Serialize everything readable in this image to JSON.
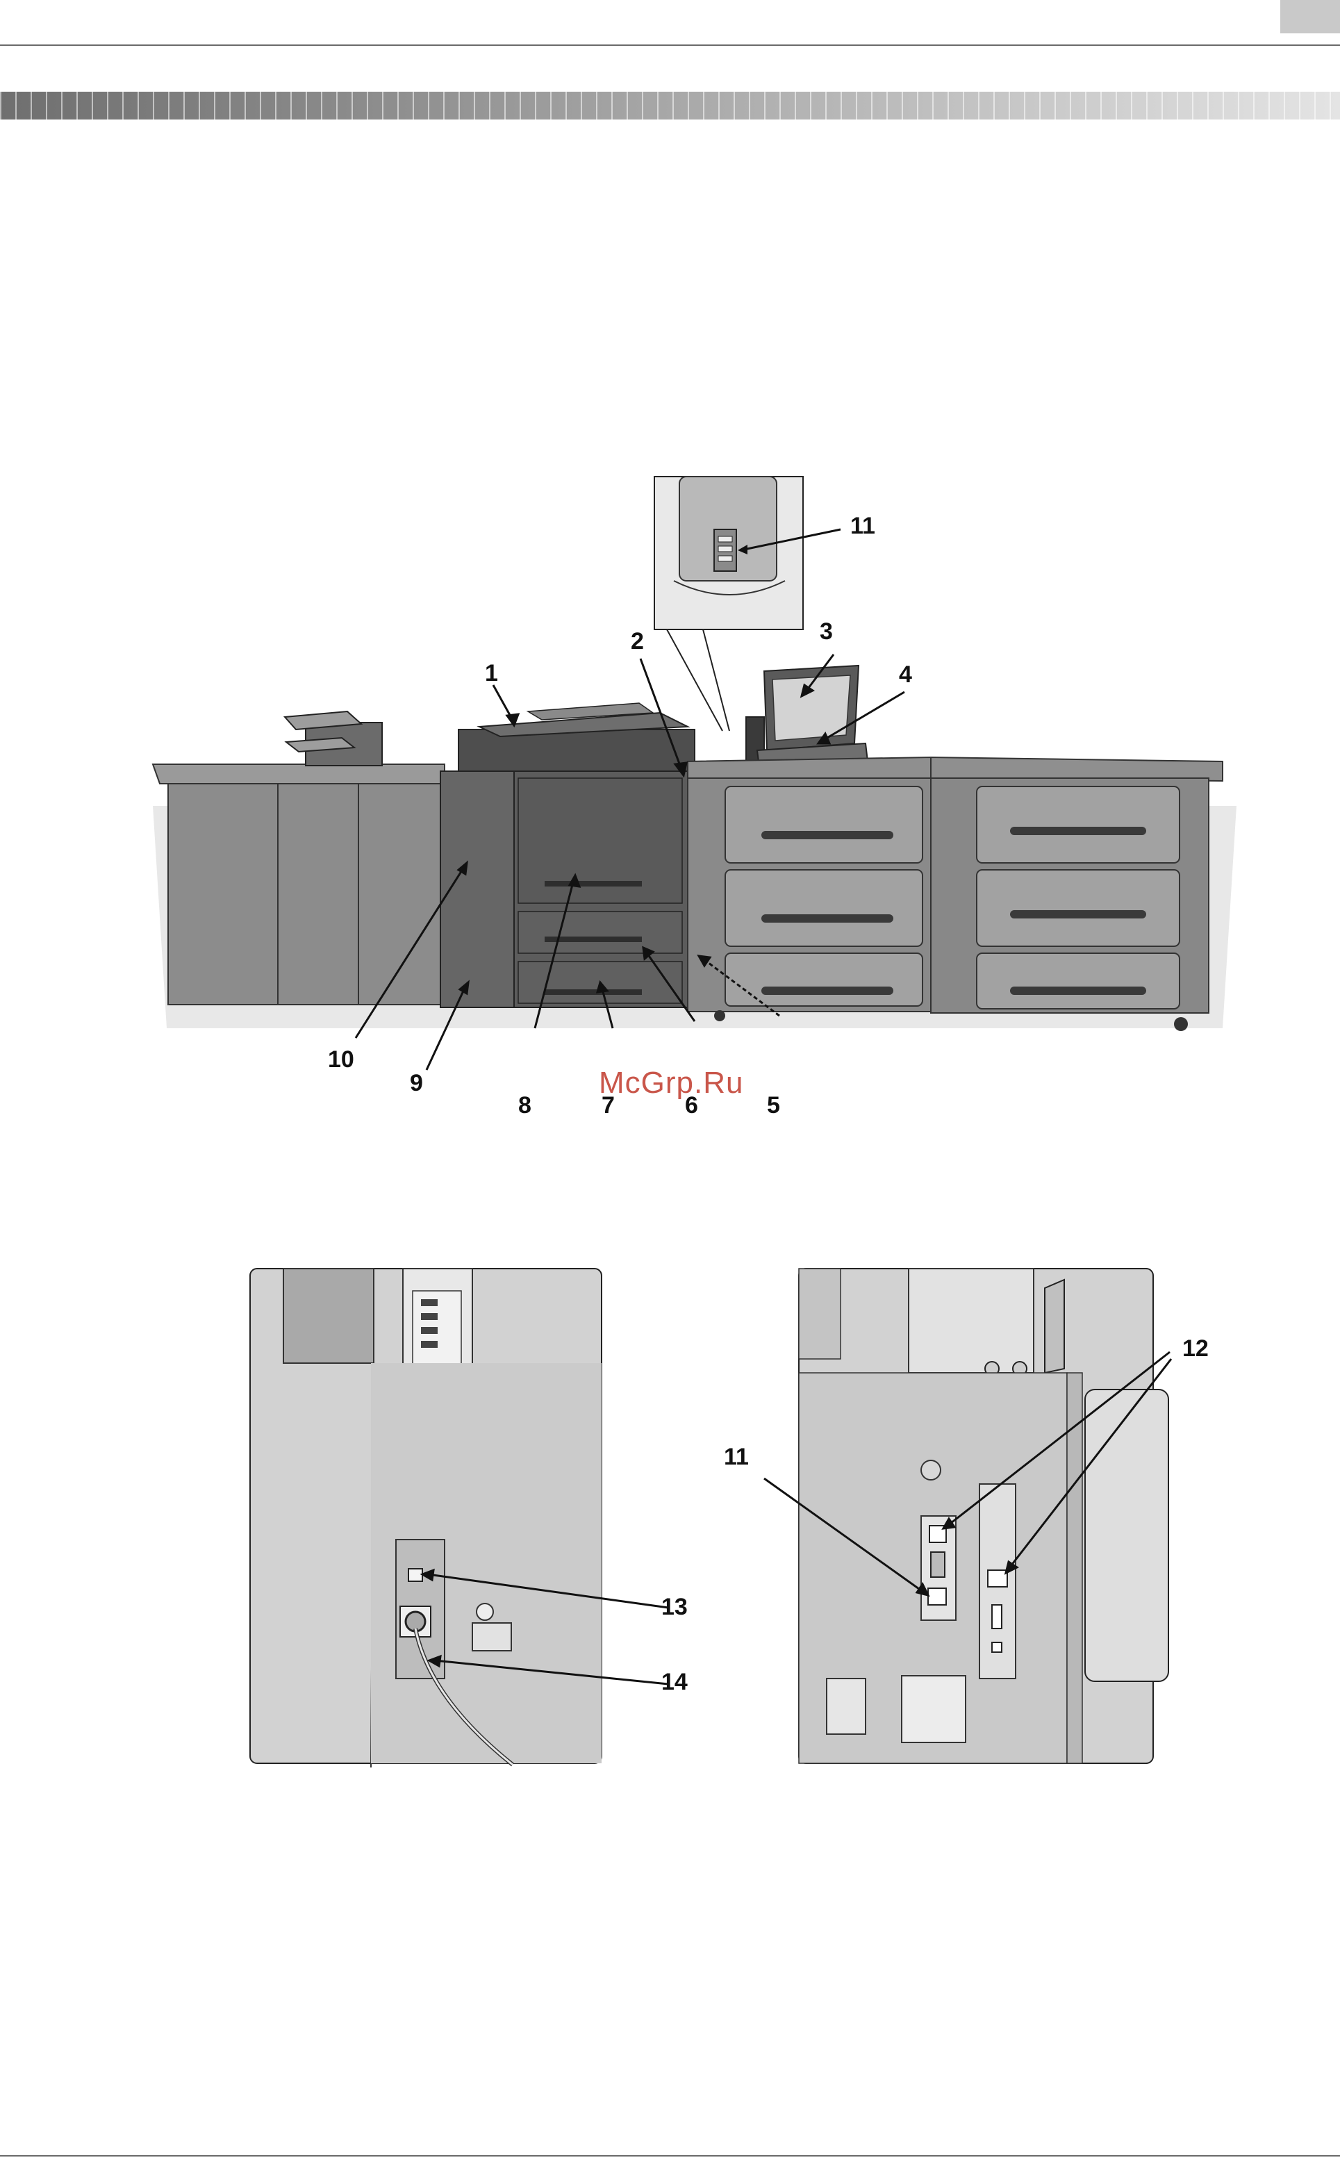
{
  "main_figure": {
    "callouts": [
      "1",
      "2",
      "3",
      "4",
      "5",
      "6",
      "7",
      "8",
      "9",
      "10",
      "11"
    ]
  },
  "left_detail": {
    "callouts": [
      "13",
      "14"
    ]
  },
  "right_detail": {
    "callouts": [
      "11",
      "12"
    ]
  },
  "watermark": {
    "text": "McGrp.Ru"
  },
  "colors": {
    "accent": "#c0392b",
    "machine_dark": "#5c5c5c",
    "machine_mid": "#8a8a8a",
    "panel_light": "#cfcfcf"
  }
}
